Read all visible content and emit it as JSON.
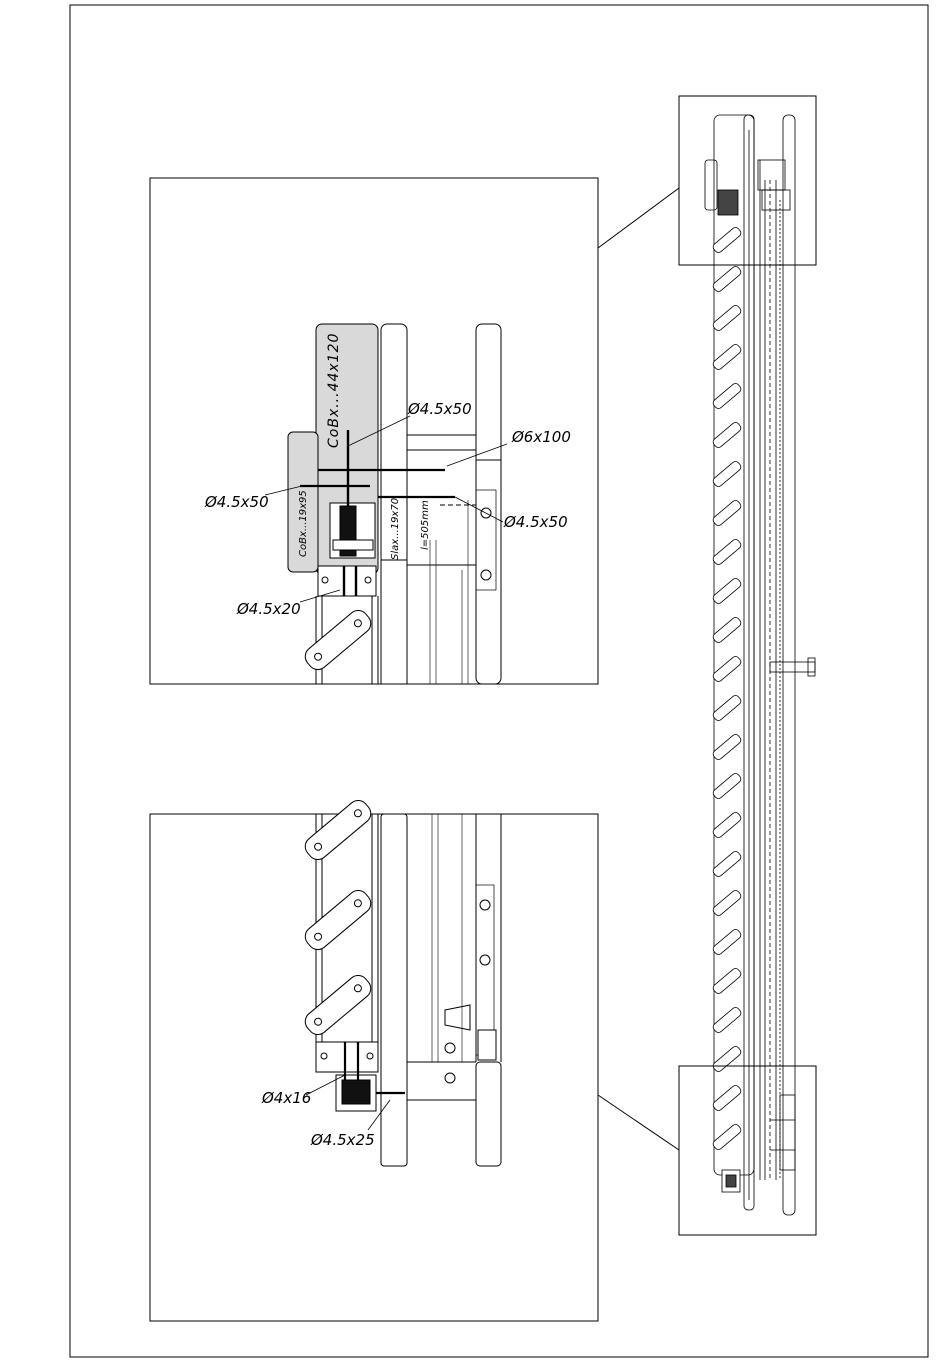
{
  "drawing": {
    "top_detail": {
      "labels": {
        "main_beam": "CoBx...44x120",
        "side_board": "CoBx...19x95",
        "slat": "Slax...19x70",
        "length": "l=505mm",
        "screw_top": "Ø4.5x50",
        "screw_bolt": "Ø6x100",
        "screw_left": "Ø4.5x50",
        "screw_right": "Ø4.5x50",
        "screw_bottom": "Ø4.5x20"
      }
    },
    "bottom_detail": {
      "labels": {
        "screw_a": "Ø4x16",
        "screw_b": "Ø4.5x25"
      }
    },
    "colors": {
      "line": "#000000",
      "fill_grey": "#d9d9d9",
      "paper": "#ffffff"
    }
  }
}
